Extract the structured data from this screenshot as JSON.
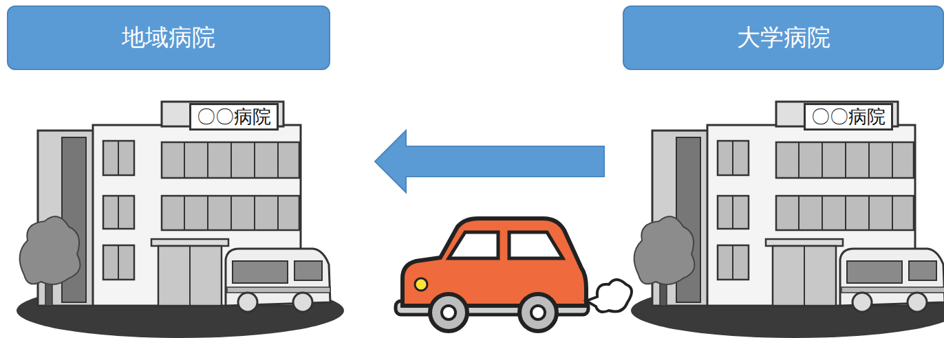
{
  "diagram": {
    "nodes": [
      {
        "text": [
          "地域病院",
          "〇〇病院"
        ]
      },
      {
        "text": [
          "大学病院",
          "〇〇病院"
        ]
      }
    ],
    "edges": [
      {
        "from": 1,
        "to": 0,
        "arrow": "to"
      }
    ]
  }
}
